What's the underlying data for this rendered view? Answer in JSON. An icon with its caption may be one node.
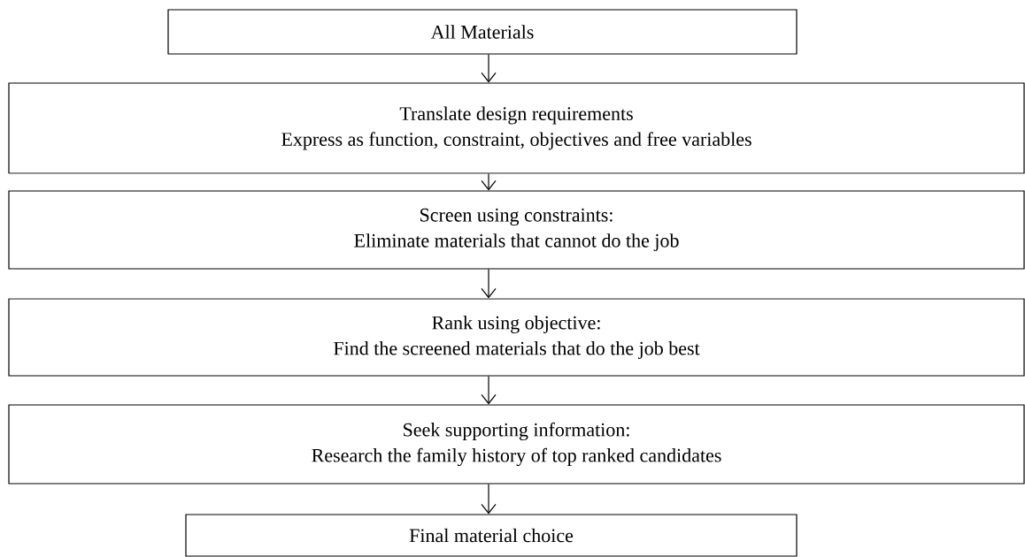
{
  "diagram": {
    "nodes": [
      {
        "text": [
          "All Materials"
        ]
      },
      {
        "text": [
          "Translate design requirements",
          "Express as function, constraint, objectives and free variables"
        ]
      },
      {
        "text": [
          "Screen using constraints:",
          "Eliminate materials that cannot do the job"
        ]
      },
      {
        "text": [
          "Rank using objective:",
          "Find the screened materials that do the job best"
        ]
      },
      {
        "text": [
          "Seek supporting information:",
          "Research the family history of top ranked candidates"
        ]
      },
      {
        "text": [
          "Final material choice"
        ]
      }
    ],
    "edges": [
      {
        "from": 0,
        "to": 1,
        "arrow": "to"
      },
      {
        "from": 1,
        "to": 2,
        "arrow": "to"
      },
      {
        "from": 2,
        "to": 3,
        "arrow": "to"
      },
      {
        "from": 3,
        "to": 4,
        "arrow": "to"
      },
      {
        "from": 4,
        "to": 5,
        "arrow": "to"
      }
    ]
  }
}
